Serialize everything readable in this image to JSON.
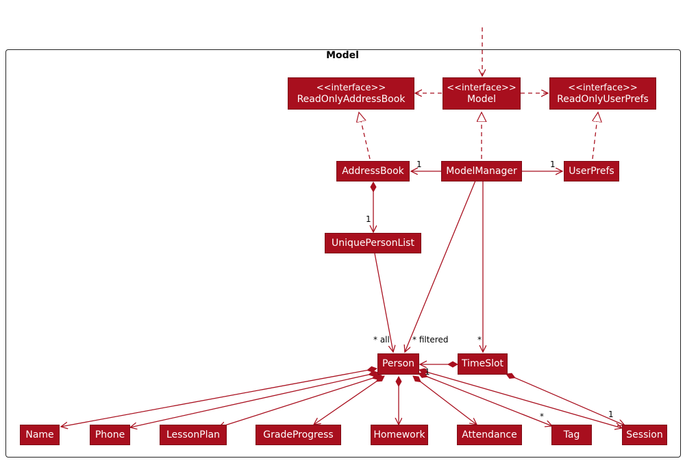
{
  "package": {
    "name": "Model"
  },
  "stereotype": "<<interface>>",
  "classes": {
    "read_only_address_book": {
      "name": "ReadOnlyAddressBook",
      "interface": true
    },
    "model": {
      "name": "Model",
      "interface": true
    },
    "read_only_user_prefs": {
      "name": "ReadOnlyUserPrefs",
      "interface": true
    },
    "address_book": {
      "name": "AddressBook"
    },
    "model_manager": {
      "name": "ModelManager"
    },
    "user_prefs": {
      "name": "UserPrefs"
    },
    "unique_person_list": {
      "name": "UniquePersonList"
    },
    "person": {
      "name": "Person"
    },
    "time_slot": {
      "name": "TimeSlot"
    },
    "name": {
      "name": "Name"
    },
    "phone": {
      "name": "Phone"
    },
    "lesson_plan": {
      "name": "LessonPlan"
    },
    "grade_progress": {
      "name": "GradeProgress"
    },
    "homework": {
      "name": "Homework"
    },
    "attendance": {
      "name": "Attendance"
    },
    "tag": {
      "name": "Tag"
    },
    "session": {
      "name": "Session"
    }
  },
  "labels": {
    "modelmanager_addressbook": "1",
    "modelmanager_userprefs": "1",
    "addressbook_uniquepersonlist": "1",
    "all": "* all",
    "filtered": "* filtered",
    "timeslot_mult": "*",
    "person_timeslot": "1",
    "tag_mult": "*",
    "session_mult": "1"
  },
  "colors": {
    "class_fill": "#a80f1e",
    "edge": "#a80f1e",
    "frame": "#222222"
  }
}
